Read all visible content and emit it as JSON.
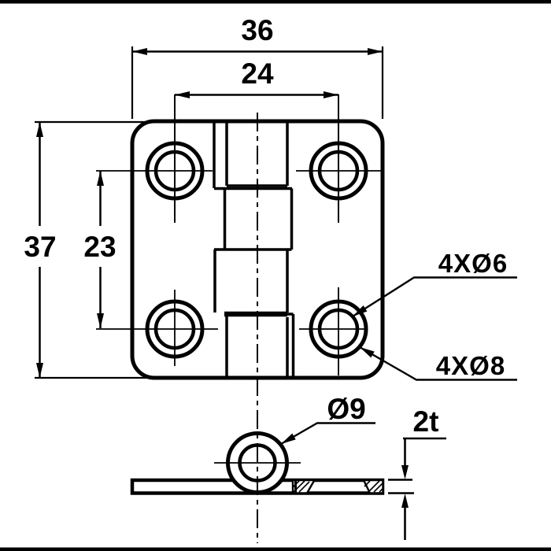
{
  "drawing": {
    "type": "engineering-drawing",
    "subject": "hinge with four countersunk mounting holes, top view and side section view",
    "colors": {
      "line": "#000000",
      "background": "#ffffff"
    },
    "dimensions": {
      "overall_width": "36",
      "hole_spacing_horizontal": "24",
      "overall_height": "37",
      "hole_spacing_vertical": "23",
      "hole_small_callout": "4XØ6",
      "hole_large_callout": "4XØ8",
      "knuckle_diameter": "Ø9",
      "thickness_callout": "2t"
    }
  }
}
